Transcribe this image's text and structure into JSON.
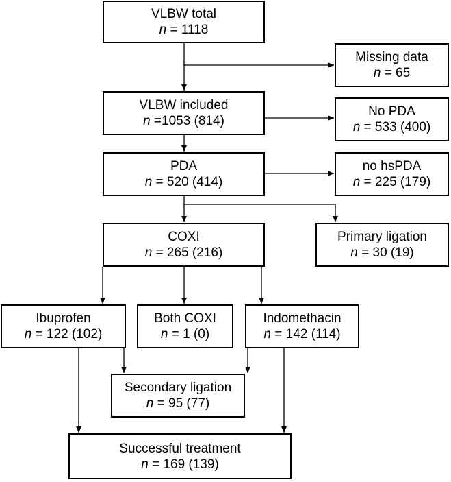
{
  "boxes": {
    "total": {
      "title": "VLBW total",
      "n": " = 1118"
    },
    "missing": {
      "title": "Missing data",
      "n": " = 65"
    },
    "included": {
      "title": "VLBW included",
      "n": " =1053 (814)"
    },
    "nopda": {
      "title": "No PDA",
      "n": " = 533 (400)"
    },
    "pda": {
      "title": "PDA",
      "n": " = 520 (414)"
    },
    "nohspda": {
      "title": "no hsPDA",
      "n": " = 225 (179)"
    },
    "coxi": {
      "title": "COXI",
      "n": " = 265 (216)"
    },
    "primary": {
      "title": "Primary ligation",
      "n": " = 30 (19)"
    },
    "ibuprofen": {
      "title": "Ibuprofen",
      "n": " = 122 (102)"
    },
    "both": {
      "title": "Both COXI",
      "n": " = 1 (0)"
    },
    "indomethacin": {
      "title": "Indomethacin",
      "n": " = 142 (114)"
    },
    "secondary": {
      "title": "Secondary ligation",
      "n": " = 95 (77)"
    },
    "success": {
      "title": "Successful treatment",
      "n": " = 169 (139)"
    }
  },
  "n_symbol": "n"
}
